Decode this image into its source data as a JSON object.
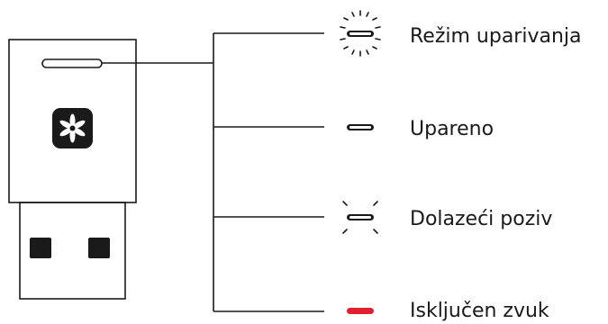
{
  "states": [
    {
      "label": "Režim uparivanja",
      "indicator": "blinking-fast",
      "color": "#1a1a1a"
    },
    {
      "label": "Upareno",
      "indicator": "solid",
      "color": "#1a1a1a"
    },
    {
      "label": "Dolazeći poziv",
      "indicator": "blinking-slow",
      "color": "#1a1a1a"
    },
    {
      "label": "Isključen zvuk",
      "indicator": "solid",
      "color": "#e0202e"
    }
  ],
  "colors": {
    "stroke": "#1a1a1a",
    "muted_led": "#e0202e"
  },
  "icons": {
    "device_logo": "asterisk-flower-icon"
  }
}
